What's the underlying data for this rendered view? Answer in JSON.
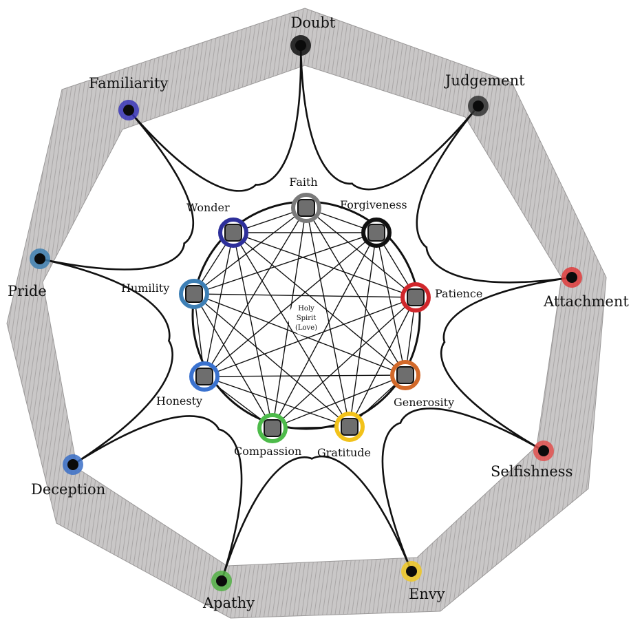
{
  "center": {
    "lines": [
      "Holy",
      "Spirit",
      "(Love)"
    ]
  },
  "virtues": [
    {
      "name": "Faith",
      "color": "#7a7a7a"
    },
    {
      "name": "Forgiveness",
      "color": "#111111"
    },
    {
      "name": "Patience",
      "color": "#d0262b"
    },
    {
      "name": "Generosity",
      "color": "#d2692a"
    },
    {
      "name": "Gratitude",
      "color": "#f2c21a"
    },
    {
      "name": "Compassion",
      "color": "#4dbb4a"
    },
    {
      "name": "Honesty",
      "color": "#3a72cf"
    },
    {
      "name": "Humility",
      "color": "#3d7fb5"
    },
    {
      "name": "Wonder",
      "color": "#2d2f9a"
    }
  ],
  "vices": [
    {
      "name": "Doubt",
      "color": "#111111"
    },
    {
      "name": "Judgement",
      "color": "#333333"
    },
    {
      "name": "Attachment",
      "color": "#de3b3b"
    },
    {
      "name": "Selfishness",
      "color": "#e0504e"
    },
    {
      "name": "Envy",
      "color": "#f0c823"
    },
    {
      "name": "Apathy",
      "color": "#52b044"
    },
    {
      "name": "Deception",
      "color": "#3a6fc7"
    },
    {
      "name": "Pride",
      "color": "#3e7fb0"
    },
    {
      "name": "Familiarity",
      "color": "#3a36b8"
    }
  ],
  "node_fill": "#6e6e6e",
  "band_color": "#bdbdbd"
}
